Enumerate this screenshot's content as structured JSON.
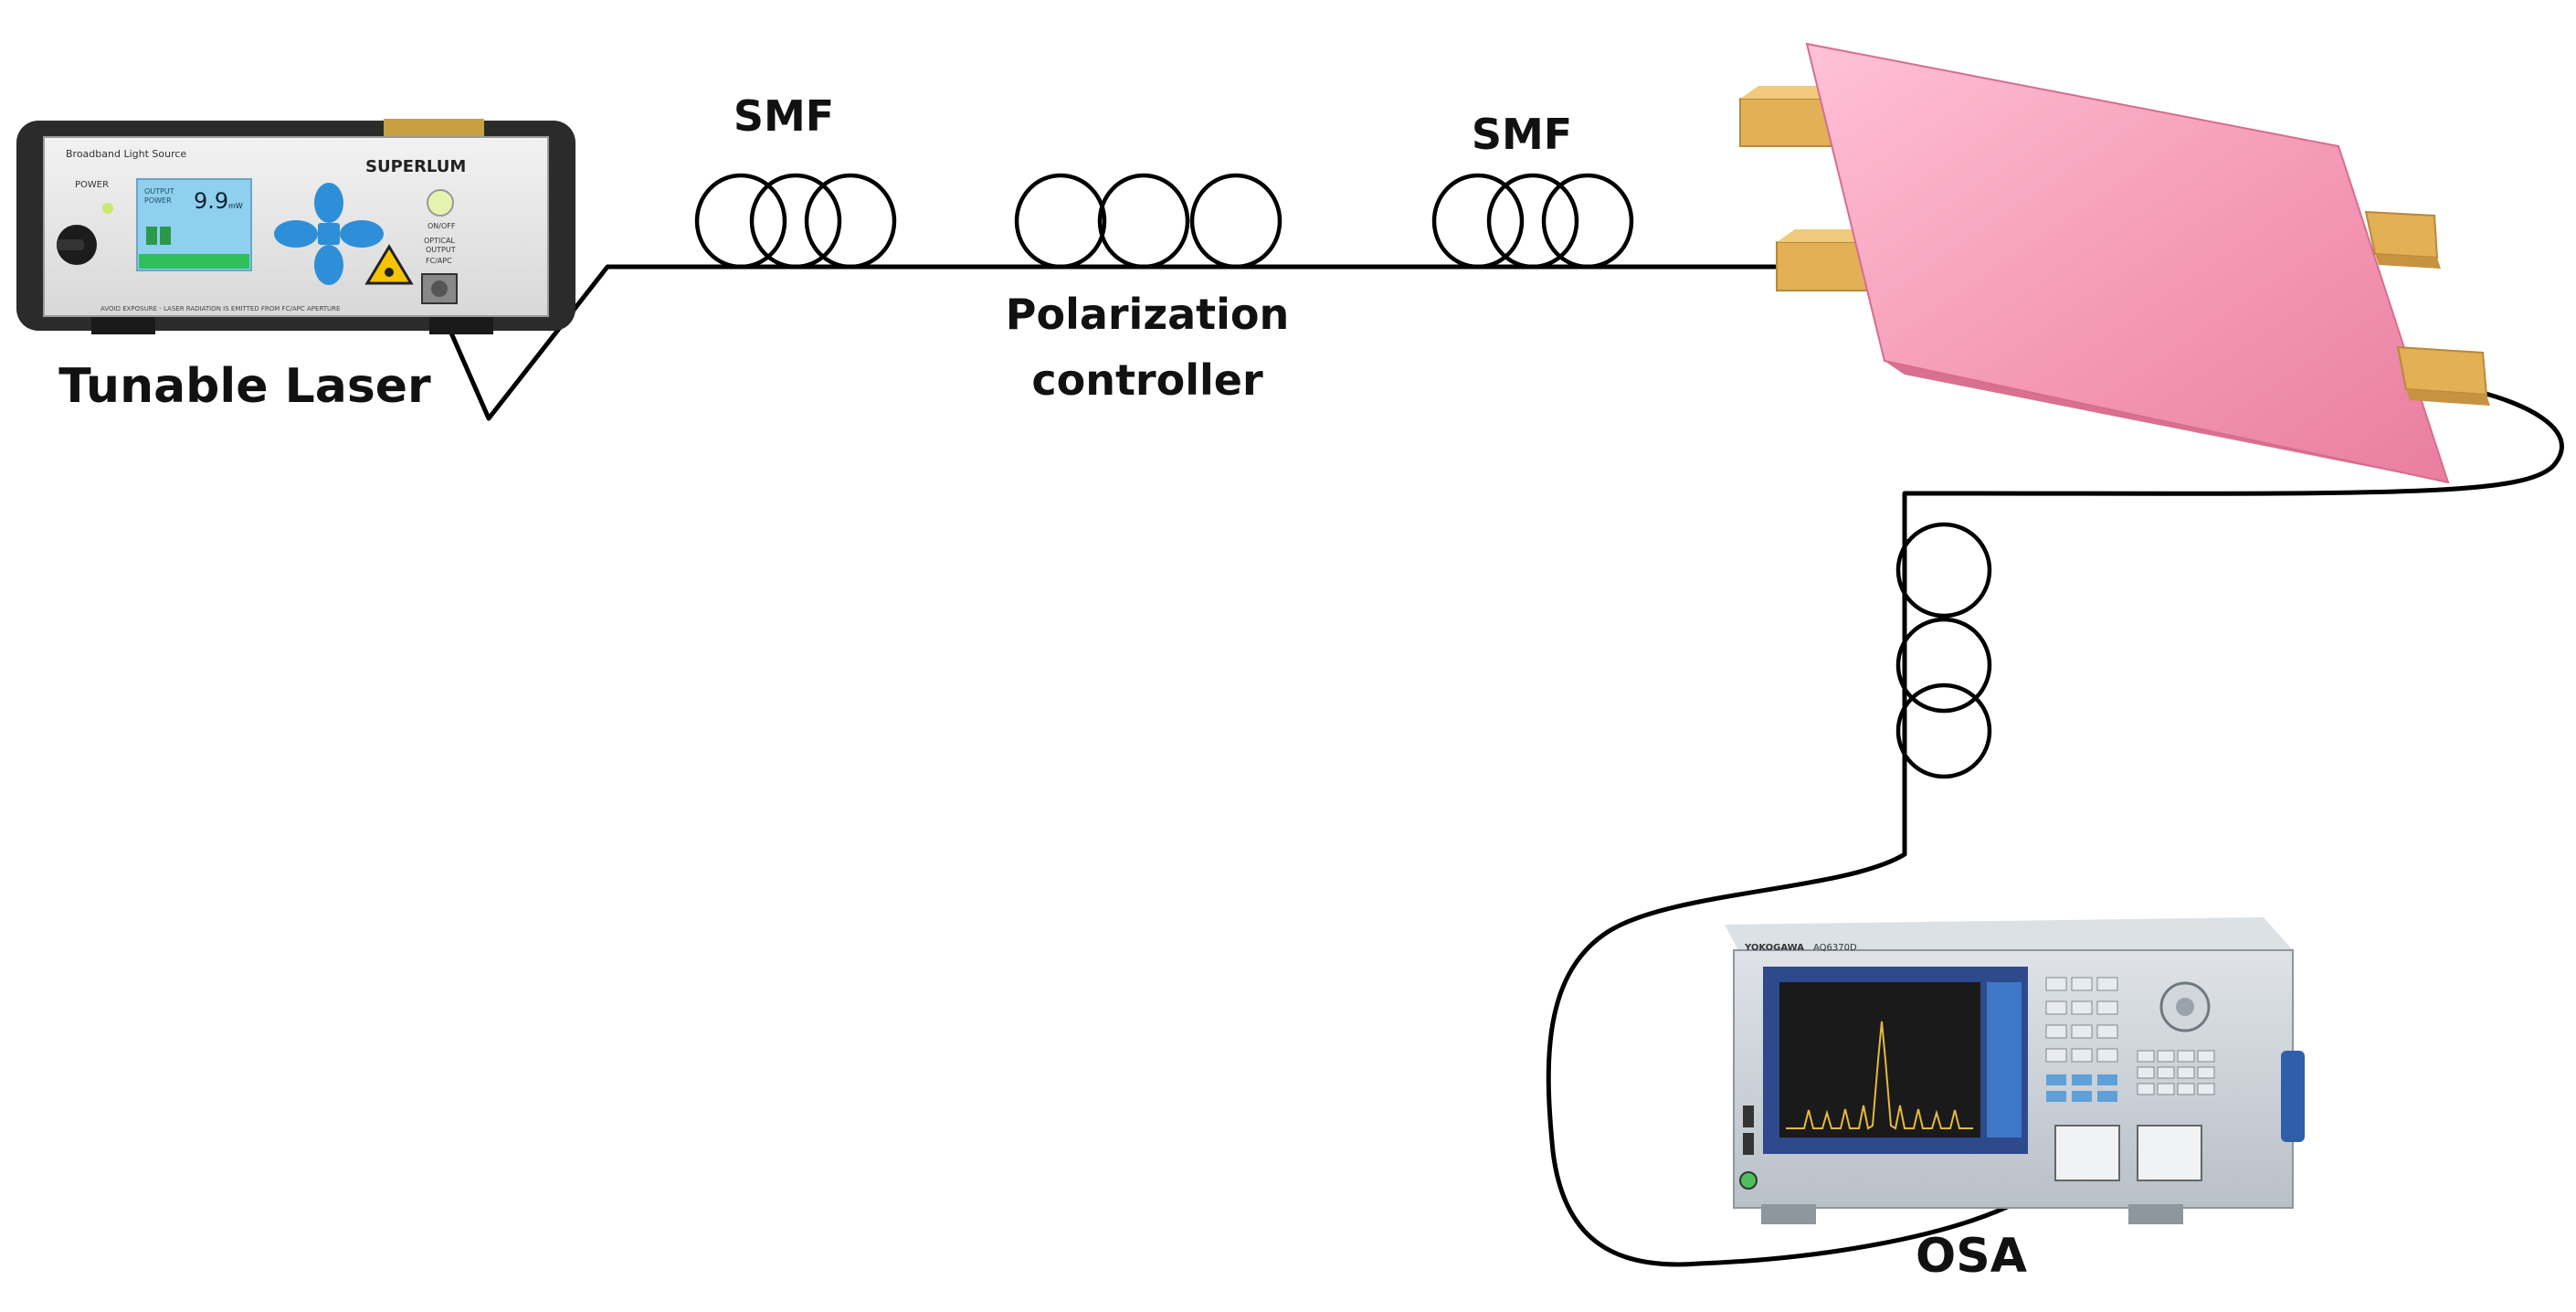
{
  "labels": {
    "laser": "Tunable Laser",
    "smf_1": "SMF",
    "smf_2": "SMF",
    "pc_line1": "Polarization",
    "pc_line2": "controller",
    "osa": "OSA"
  },
  "laser_panel": {
    "model": "Broadband Light Source",
    "brand": "SUPERLUM",
    "power_label": "POWER",
    "display_label_1": "OUTPUT",
    "display_label_2": "POWER",
    "display_value": "9.9",
    "display_unit": "mW",
    "on_off": "ON/OFF",
    "optical_output_1": "OPTICAL",
    "optical_output_2": "OUTPUT",
    "connector": "FC/APC",
    "warning": "AVOID EXPOSURE - LASER RADIATION IS EMITTED FROM FC/APC APERTURE"
  },
  "osa_panel": {
    "brand": "YOKOGAWA",
    "model": "AQ6370D"
  },
  "colors": {
    "fiber": "#000000",
    "chip_top": "#f59cb8",
    "chip_side": "#e8839f",
    "electrode": "#e2b055",
    "laser_body": "#2b2b2b",
    "laser_face": "#e7e7e7",
    "laser_screen": "#8fd0ee",
    "laser_keypad": "#2e8fd8",
    "osa_body": "#c9cfd6",
    "osa_screen": "#1a1a1a",
    "osa_trace": "#e4b93e"
  }
}
